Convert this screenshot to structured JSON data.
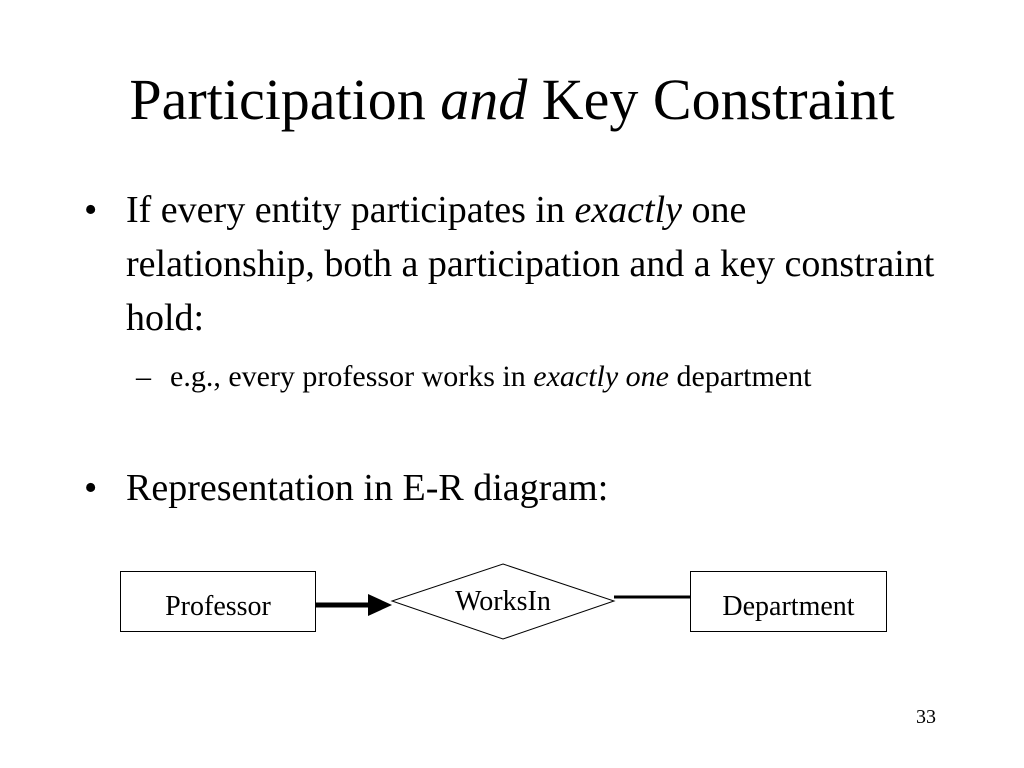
{
  "slide": {
    "title": {
      "part1": "Participation ",
      "part2": "and",
      "part3": " Key Constraint"
    },
    "bullet1": {
      "marker": "•",
      "part1": "If every entity participates in ",
      "part2": "exactly",
      "part3": " one relationship, both a participation  and a key constraint hold:"
    },
    "sub1": {
      "marker": "–",
      "part1": "e.g., every professor works in ",
      "part2": "exactly one",
      "part3": " department"
    },
    "bullet2": {
      "marker": "•",
      "text": "Representation in E-R diagram:"
    },
    "diagram": {
      "entity_left": "Professor",
      "relationship": "WorksIn",
      "entity_right": "Department"
    },
    "page_number": "33"
  }
}
